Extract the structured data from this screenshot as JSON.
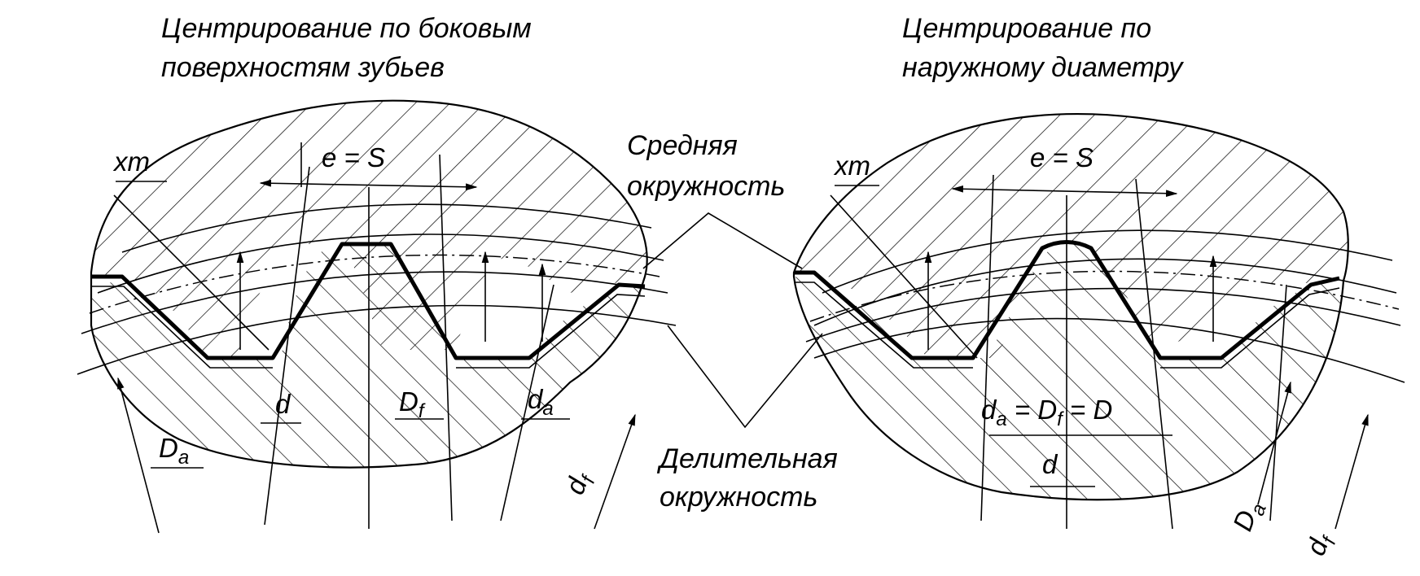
{
  "left_panel": {
    "title_line1": "Центрирование по боковым",
    "title_line2": "поверхностям зубьев",
    "label_xm": "xm",
    "label_es": "e = S",
    "label_d": "d",
    "label_Df_main": "D",
    "label_Df_sub": "f",
    "label_da_main": "d",
    "label_da_sub": "a",
    "label_Da_main": "D",
    "label_Da_sub": "a",
    "label_df_main": "d",
    "label_df_sub": "f"
  },
  "center": {
    "mean_circle_line1": "Средняя",
    "mean_circle_line2": "окружность",
    "pitch_circle_line1": "Делительная",
    "pitch_circle_line2": "окружность"
  },
  "right_panel": {
    "title_line1": "Центрирование по",
    "title_line2": "наружному диаметру",
    "label_xm": "xm",
    "label_es": "e = S",
    "label_eq_d1": "d",
    "label_eq_sub1": "a",
    "label_eq_mid": " = D",
    "label_eq_sub2": "f",
    "label_eq_end": " = D",
    "label_d": "d",
    "label_Da_main": "D",
    "label_Da_sub": "a",
    "label_df_main": "d",
    "label_df_sub": "f"
  }
}
